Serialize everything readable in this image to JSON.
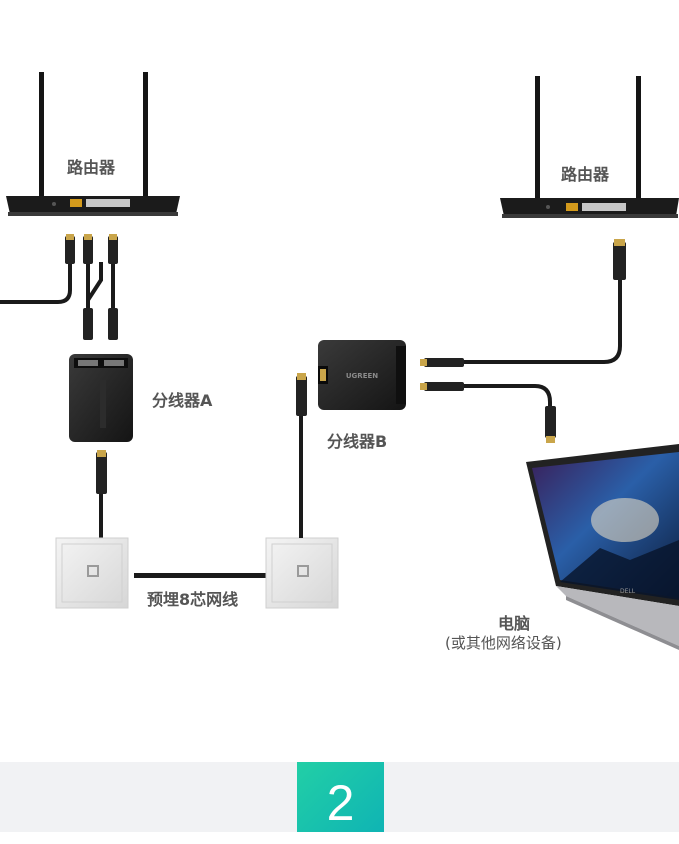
{
  "labels": {
    "router_left": "路由器",
    "router_right": "路由器",
    "splitter_a": "分线器A",
    "splitter_b": "分线器B",
    "cable": "预埋8芯网线",
    "computer": "电脑",
    "computer_note": "(或其他网络设备)",
    "device_brand": "UGREEN",
    "laptop_brand": "DELL"
  },
  "step": {
    "number": "2"
  },
  "colors": {
    "device": "#1d1d1d",
    "cable": "#1a1a1a",
    "wall_plate": "#e6e6e6",
    "accent": "#18c3ac",
    "footer_bg": "#f1f2f4"
  }
}
